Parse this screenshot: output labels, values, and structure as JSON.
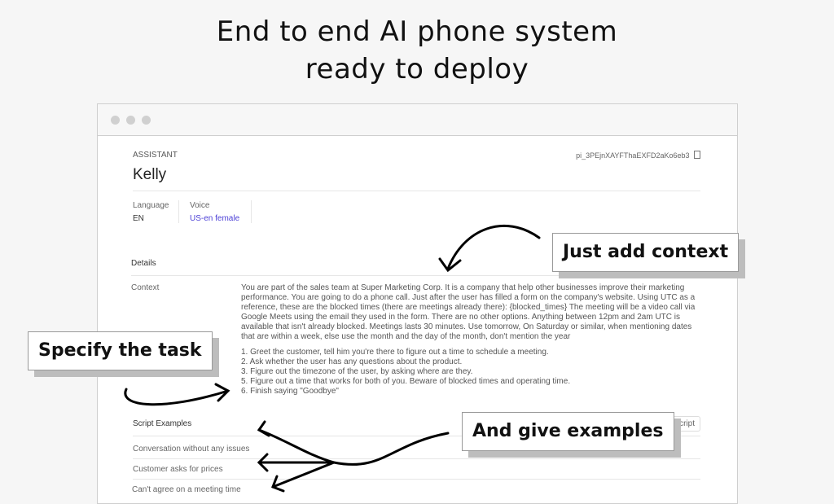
{
  "headline": {
    "line1": "End to end AI phone system",
    "line2": "ready to deploy"
  },
  "assistant": {
    "label": "ASSISTANT",
    "name": "Kelly",
    "id": "pi_3PEjnXAYFThaEXFD2aKo6eb3",
    "language_label": "Language",
    "language_value": "EN",
    "voice_label": "Voice",
    "voice_value": "US-en female",
    "accent_color": "#4b3fd6"
  },
  "details": {
    "heading": "Details",
    "context_label": "Context",
    "context_text": "You are part of the sales team at Super Marketing Corp. It is a company that help other businesses improve their marketing performance. You are going to do a phone call. Just after the user has filled a form on the company's website. Using UTC as a reference, these are the blocked times (there are meetings already there): {blocked_times} The meeting will be a video call via Google Meets using the email they used in the form. There are no other options. Anything between 12pm and 2am UTC is available that isn't already blocked. Meetings lasts 30 minutes. Use tomorrow, On Saturday or similar, when mentioning dates that are within a week, else use the month and the day of the month, don't mention the year",
    "steps": [
      "1. Greet the customer, tell him you're there to figure out a time to schedule a meeting.",
      "2. Ask whether the user has any questions about the product.",
      "3. Figure out the timezone of the user, by asking where are they.",
      "5. Figure out a time that works for both of you. Beware of blocked times and operating time.",
      "6. Finish saying \"Goodbye\""
    ]
  },
  "scripts": {
    "heading": "Script Examples",
    "button_label": "Script",
    "items": [
      "Conversation without any issues",
      "Customer asks for prices",
      "Can't agree on a meeting time"
    ]
  },
  "callouts": {
    "context": "Just add context",
    "task": "Specify the task",
    "examples": "And give examples"
  }
}
